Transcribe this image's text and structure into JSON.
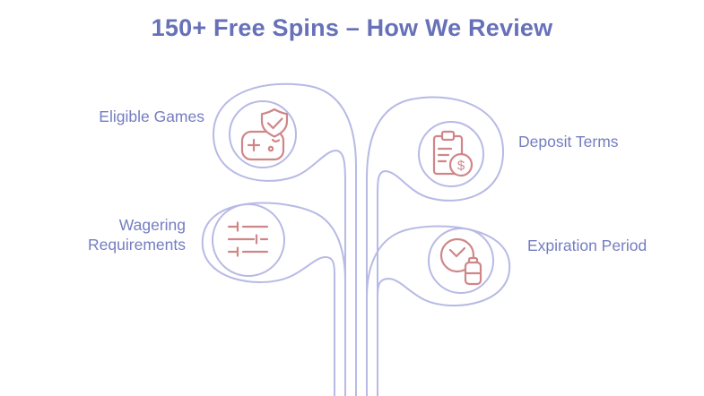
{
  "title": "150+ Free Spins – How We Review",
  "colors": {
    "title_text": "#6771b8",
    "label_text": "#747dc0",
    "tree_lines": "#b7bae4",
    "icon_stroke": "#d08689",
    "background": "#ffffff"
  },
  "nodes": [
    {
      "id": "eligible-games",
      "label": "Eligible Games",
      "icon": "gamepad-shield-check-icon",
      "position": "top-left"
    },
    {
      "id": "deposit-terms",
      "label": "Deposit Terms",
      "icon": "clipboard-dollar-icon",
      "position": "top-right"
    },
    {
      "id": "wagering-requirements",
      "label": "Wagering Requirements",
      "icon": "sliders-icon",
      "position": "bottom-left"
    },
    {
      "id": "expiration-period",
      "label": "Expiration Period",
      "icon": "clock-battery-icon",
      "position": "bottom-right"
    }
  ],
  "icon_symbols": {
    "dollar_sign": "$"
  }
}
